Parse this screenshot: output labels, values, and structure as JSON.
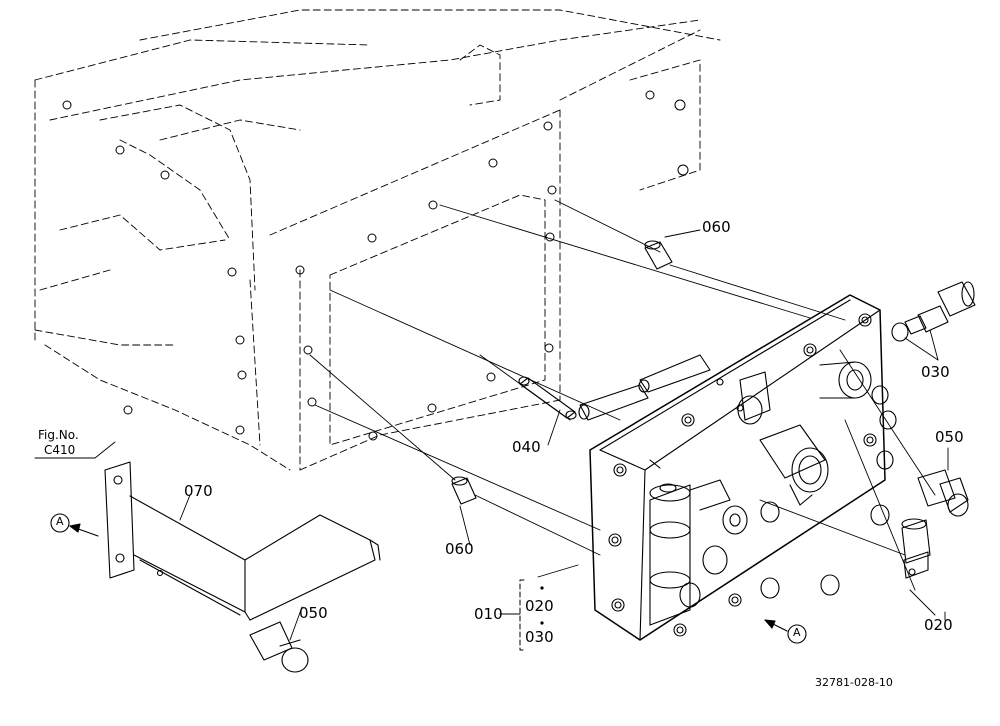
{
  "callouts": {
    "p010": "010",
    "p020_group": "020",
    "p030_group": "030",
    "p020": "020",
    "p030": "030",
    "p040": "040",
    "p050_right": "050",
    "p050_left": "050",
    "p060_top": "060",
    "p060_bottom": "060",
    "p070": "070"
  },
  "figure_ref": {
    "line1": "Fig.No.",
    "line2": "C410"
  },
  "view_markers": {
    "left": "A",
    "bottom": "A"
  },
  "drawing_number": "32781-028-10",
  "colors": {
    "line": "#000000",
    "background": "#ffffff"
  }
}
